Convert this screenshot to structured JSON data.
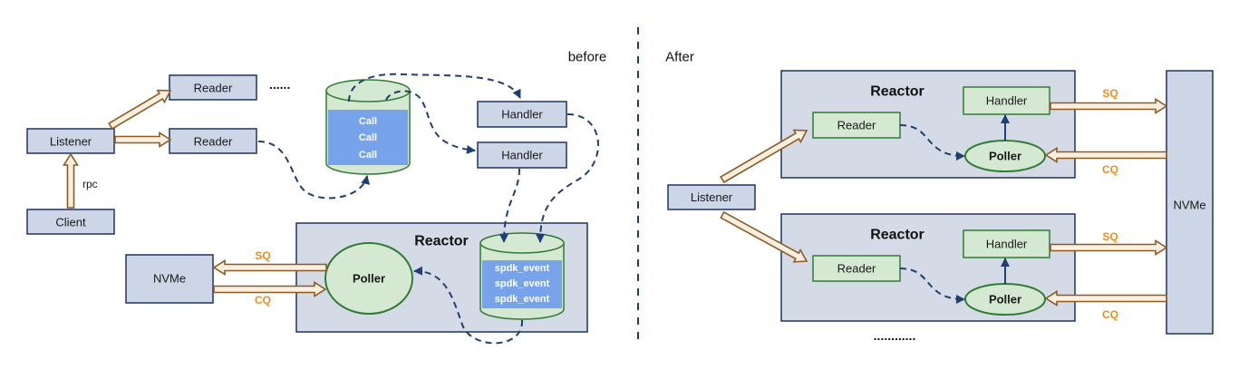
{
  "before": {
    "label": "before",
    "client": "Client",
    "rpc_label": "rpc",
    "listener": "Listener",
    "readers": [
      "Reader",
      "Reader"
    ],
    "readers_ellipsis": "......",
    "call_queue": [
      "Call",
      "Call",
      "Call"
    ],
    "handlers": [
      "Handler",
      "Handler"
    ],
    "reactor": {
      "title": "Reactor",
      "poller": "Poller",
      "event_queue": [
        "spdk_event",
        "spdk_event",
        "spdk_event"
      ]
    },
    "nvme": "NVMe",
    "sq_label": "SQ",
    "cq_label": "CQ"
  },
  "after": {
    "label": "After",
    "listener": "Listener",
    "reactors": [
      {
        "title": "Reactor",
        "reader": "Reader",
        "handler": "Handler",
        "poller": "Poller",
        "sq_label": "SQ",
        "cq_label": "CQ"
      },
      {
        "title": "Reactor",
        "reader": "Reader",
        "handler": "Handler",
        "poller": "Poller",
        "sq_label": "SQ",
        "cq_label": "CQ"
      }
    ],
    "reactors_ellipsis": "............",
    "nvme": "NVMe"
  },
  "colors": {
    "box_fill": "#ccd6e6",
    "box_stroke": "#1e3461",
    "reactor_fill": "#d4dbe7",
    "green_fill": "#d4e8d2",
    "green_stroke": "#2e7d32",
    "queue_band": "#76a3ea",
    "arrow_fill": "#fbf0e0",
    "arrow_stroke": "#8d5a24",
    "sq_cq_label": "#e8901f",
    "flow_line": "#1f3f72"
  }
}
